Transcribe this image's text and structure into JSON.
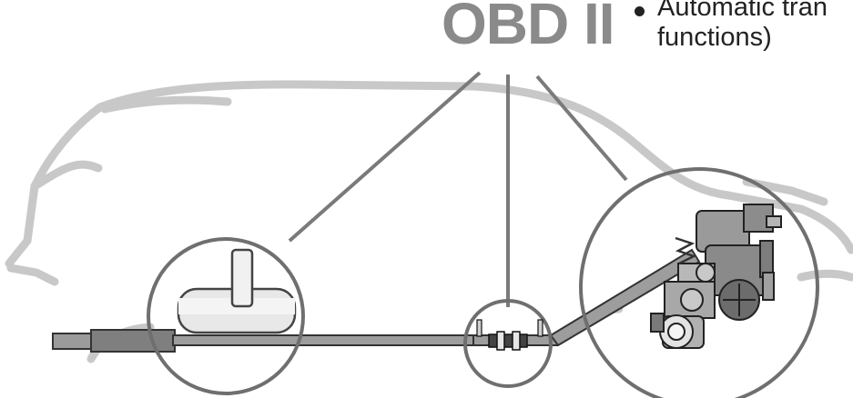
{
  "title": "OBD II",
  "bullet": {
    "line1": "Automatic tran",
    "line2": "functions)"
  },
  "colors": {
    "car_outline": "#c8c8c8",
    "callout_lines": "#7a7a7a",
    "title": "#8a8a8a",
    "text": "#222222"
  }
}
